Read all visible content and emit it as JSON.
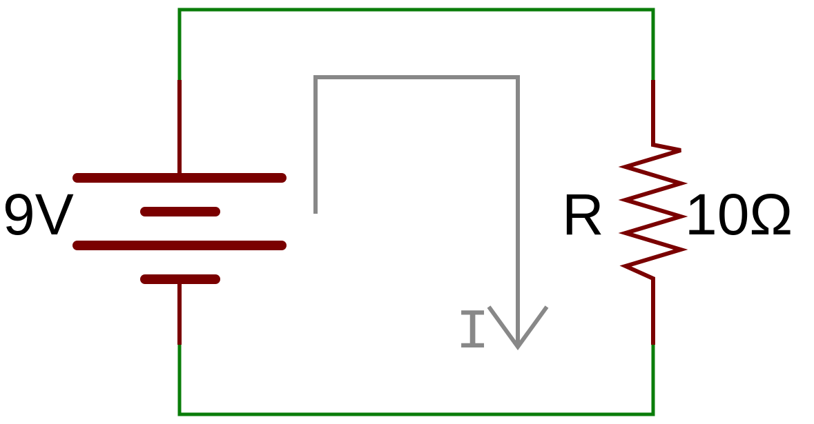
{
  "diagram": {
    "battery": {
      "voltage_label": "9V"
    },
    "resistor": {
      "name_label": "R",
      "value_label": "10Ω"
    },
    "current": {
      "label": "I"
    },
    "colors": {
      "wire": "#0a7d0a",
      "component": "#7a0000",
      "current_indicator": "#888888"
    }
  }
}
